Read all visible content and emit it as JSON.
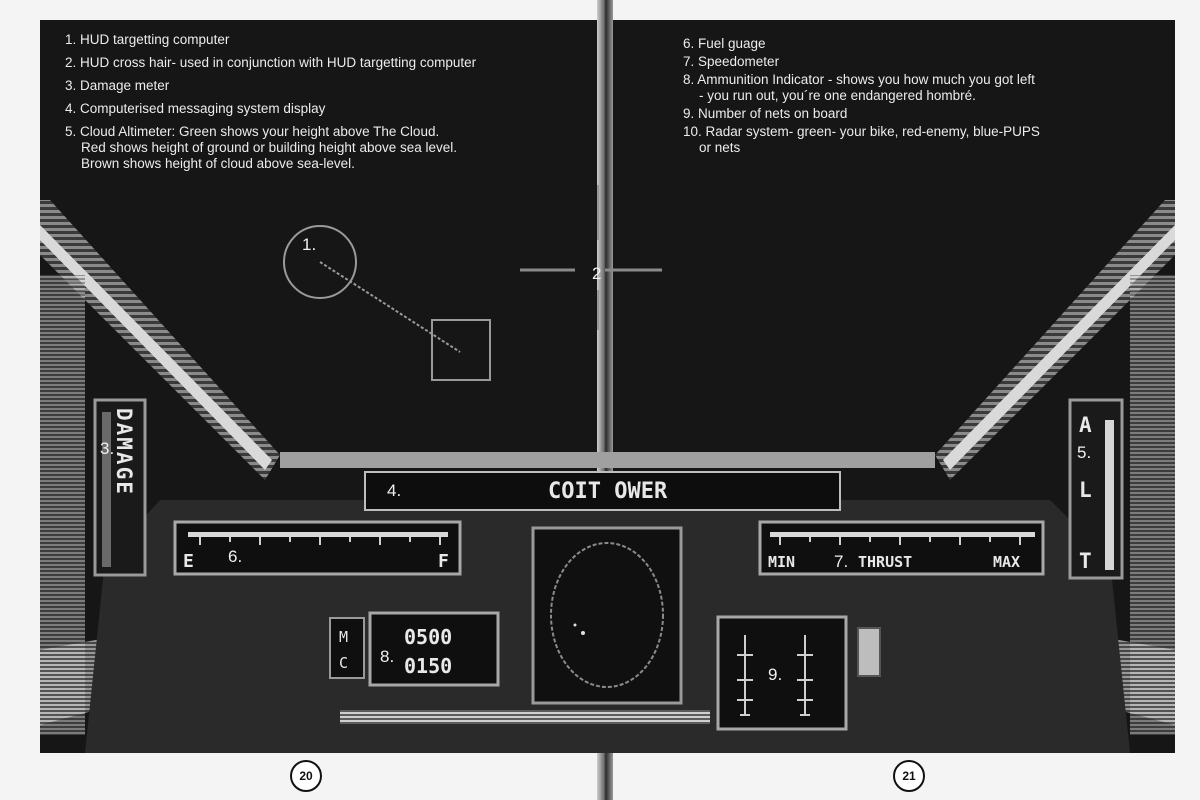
{
  "left_page": {
    "notes": [
      {
        "lines": [
          "1. HUD targetting computer"
        ]
      },
      {
        "lines": [
          "2. HUD cross hair- used in conjunction with HUD targetting computer"
        ]
      },
      {
        "lines": [
          "3. Damage meter"
        ]
      },
      {
        "lines": [
          "4. Computerised messaging system display"
        ]
      },
      {
        "lines": [
          "5. Cloud Altimeter: Green  shows your height above The Cloud.",
          "Red shows height of ground or building height above sea level.",
          "Brown shows height of cloud above sea-level."
        ]
      }
    ],
    "page_number": "20"
  },
  "right_page": {
    "notes": [
      {
        "lines": [
          "6. Fuel guage"
        ]
      },
      {
        "lines": [
          "7. Speedometer"
        ]
      },
      {
        "lines": [
          "8. Ammunition Indicator - shows you how much you got left",
          "- you run out, you´re one endangered hombré."
        ]
      },
      {
        "lines": [
          "9. Number of  nets on board"
        ]
      },
      {
        "lines": [
          "10. Radar system- green- your bike, red-enemy, blue-PUPS",
          "or nets"
        ]
      }
    ],
    "page_number": "21"
  },
  "cockpit": {
    "callouts": {
      "c1": "1.",
      "c2": "2",
      "c3": "3.",
      "c4": "4.",
      "c5": "5.",
      "c6": "6.",
      "c7": "7.",
      "c8": "8.",
      "c9": "9."
    },
    "message_display": "COIT OWER",
    "damage_label": "DAMAGE",
    "alt_label": [
      "A",
      "L",
      "T"
    ],
    "fuel_empty": "E",
    "fuel_full": "F",
    "thrust_min": "MIN",
    "thrust_label": "THRUST",
    "thrust_max": "MAX",
    "ammo_top": "0500",
    "ammo_bottom": "0150",
    "ammo_icon_top": "M",
    "ammo_icon_bottom": "C"
  },
  "colors": {
    "panel_bg": "#161616",
    "frame_light": "#bdbdbd",
    "frame_dark": "#5a5a5a",
    "text": "#ececec"
  }
}
